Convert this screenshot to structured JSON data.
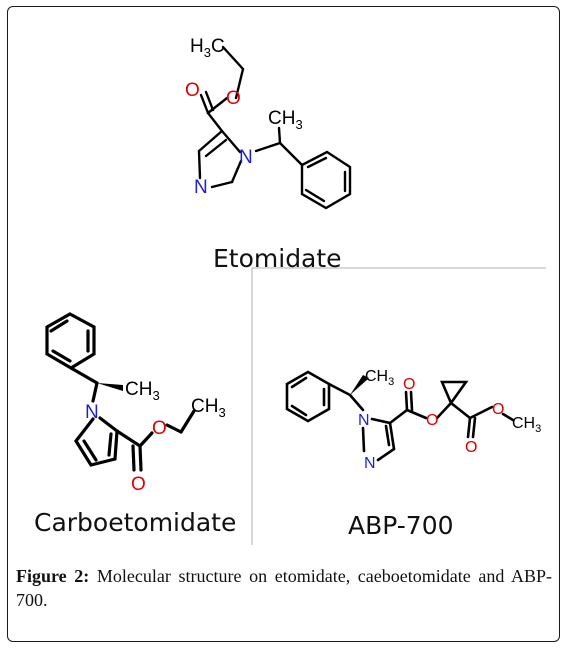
{
  "figure": {
    "molecules": {
      "etomidate": {
        "name": "Etomidate",
        "atoms": {
          "ch3_top": "H3C",
          "ch3_top_h": "H",
          "ch3_top_sub": "3",
          "ch3_top_c": "C",
          "o_double": "O",
          "o_ester": "O",
          "ch3_side": "CH3",
          "ch3_side_main": "CH",
          "ch3_side_sub": "3",
          "n1": "N",
          "n3": "N"
        }
      },
      "carboetomidate": {
        "name": "Carboetomidate",
        "atoms": {
          "ch3_side_main": "CH",
          "ch3_side_sub": "3",
          "ch3_ethyl_main": "CH",
          "ch3_ethyl_sub": "3",
          "n1": "N",
          "o_ester": "O",
          "o_double": "O"
        }
      },
      "abp700": {
        "name": "ABP-700",
        "atoms": {
          "ch3_side_main": "CH",
          "ch3_side_sub": "3",
          "o_double1": "O",
          "o_ester1": "O",
          "o_double2": "O",
          "o_ch3": "O",
          "o_ch3_tail": "CH",
          "o_ch3_sub": "3",
          "n1": "N",
          "n3": "N"
        }
      }
    },
    "caption": {
      "lead": "Figure 2:",
      "text": " Molecular structure on etomidate, caeboetomidate and ABP-700."
    },
    "colors": {
      "oxygen": "#e00000",
      "nitrogen": "#1f1fd0",
      "bond": "#000000",
      "divider": "#b0b0b0"
    }
  }
}
